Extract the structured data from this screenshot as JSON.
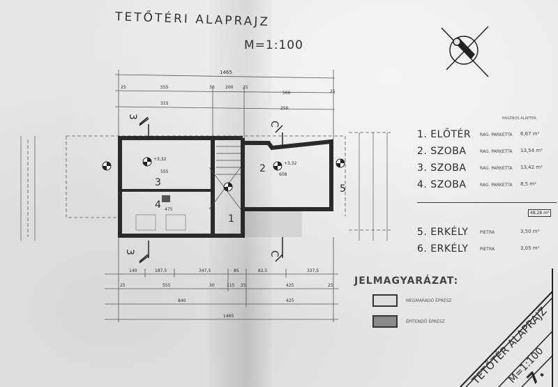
{
  "title": "TETŐTÉRI ALAPRAJZ",
  "scale": "M=1:100",
  "north_arrow": "north-arrow-icon",
  "rooms_on_plan": [
    "1",
    "2",
    "3",
    "4",
    "5"
  ],
  "plan_labels": {
    "room3_width": "555",
    "room4_width": "475",
    "room2_width": "608",
    "room3_height": "+3,32",
    "room2_height": "+3,32"
  },
  "section_marks": {
    "a": "3",
    "b": "C"
  },
  "dimensions_top": {
    "overall": "1465",
    "row2": [
      "25",
      "555",
      "30",
      "200",
      "25",
      "500",
      "25"
    ],
    "row3": [
      "315",
      "250"
    ]
  },
  "dimensions_bottom": {
    "row1": [
      "140",
      "187,5",
      "347,5",
      "85",
      "82,5",
      "337,5"
    ],
    "row2": [
      "25",
      "555",
      "30",
      "115",
      "25",
      "425",
      "25"
    ],
    "row3": [
      "840",
      "425"
    ],
    "overall": "1465"
  },
  "schedule": {
    "header": "HASZNOS ALAPTER.",
    "rooms": [
      {
        "name": "1. ELŐTÉR",
        "material": "RAG. PARKETTA",
        "area": "6,67 m²"
      },
      {
        "name": "2. SZOBA",
        "material": "RAG. PARKETTA",
        "area": "13,54 m²"
      },
      {
        "name": "3. SZOBA",
        "material": "RAG. PARKETTA",
        "area": "13,42 m²"
      },
      {
        "name": "4. SZOBA",
        "material": "RAG. PARKETTA",
        "area": "8,5 m²"
      }
    ],
    "total": "48,28 m²",
    "balconies": [
      {
        "name": "5. ERKÉLY",
        "material": "PIETRA",
        "area": "3,50 m²"
      },
      {
        "name": "6. ERKÉLY",
        "material": "PIETRA",
        "area": "3,05 m²"
      }
    ]
  },
  "legend": {
    "title": "JELMAGYARÁZAT:",
    "items": [
      {
        "label": "MEGMARADÓ ÉPRÉSZ",
        "fill": "#dcdcdc"
      },
      {
        "label": "ÉPÍTENDŐ ÉPRÉSZ",
        "fill": "#8a8a8a"
      }
    ]
  },
  "title_block": {
    "title": "TETŐTÉR ALAPRAJZ",
    "scale": "M=1:100",
    "sheet": "7."
  }
}
